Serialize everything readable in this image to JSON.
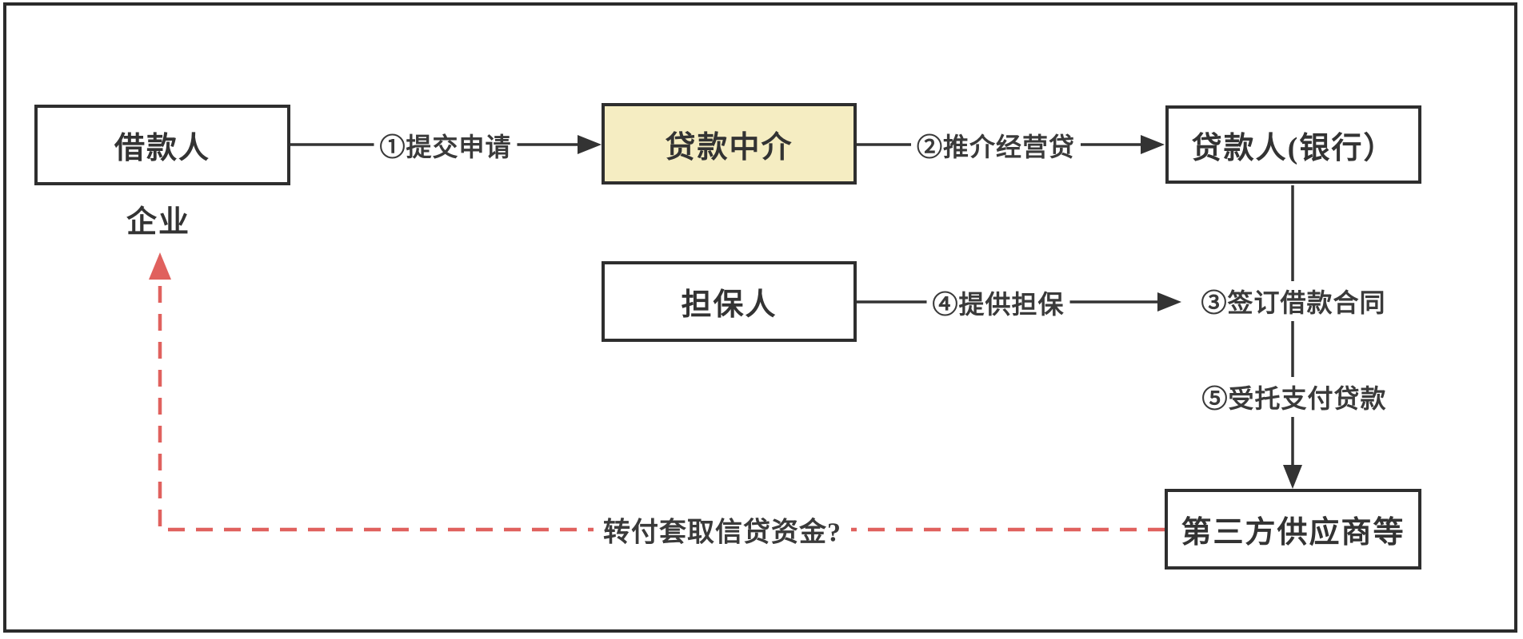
{
  "diagram": {
    "title_hint": "loan-intermediary-flowchart",
    "nodes": {
      "borrower": {
        "label": "借款人"
      },
      "borrower_sub": {
        "label": "企业"
      },
      "intermediary": {
        "label": "贷款中介"
      },
      "lender": {
        "label": "贷款人(银行）"
      },
      "guarantor": {
        "label": "担保人"
      },
      "supplier": {
        "label": "第三方供应商等"
      }
    },
    "edges": {
      "step1": {
        "label": "①提交申请"
      },
      "step2": {
        "label": "②推介经营贷"
      },
      "step3": {
        "label": "③签订借款合同"
      },
      "step4": {
        "label": "④提供担保"
      },
      "step5": {
        "label": "⑤受托支付贷款"
      },
      "suspicion": {
        "label": "转付套取信贷资金?"
      }
    },
    "colors": {
      "box_border": "#2e2e2e",
      "line": "#333333",
      "highlight_fill": "#f5edc2",
      "warning_red": "#e0615e",
      "background": "#ffffff"
    }
  }
}
